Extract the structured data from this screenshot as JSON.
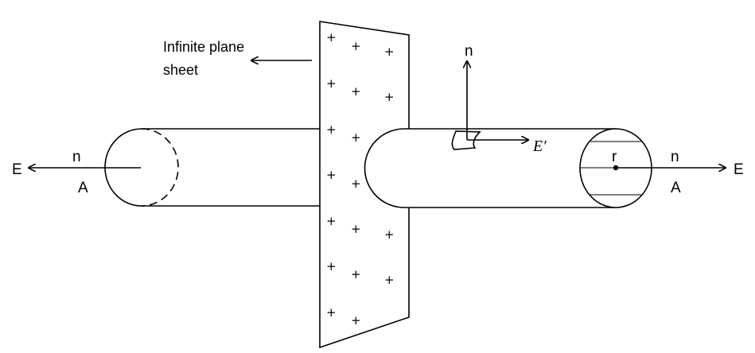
{
  "sheet_label_line1": "Infinite plane",
  "sheet_label_line2": "sheet",
  "plus_sign": "+",
  "left": {
    "field": "E",
    "normal": "n",
    "area": "A"
  },
  "right": {
    "field": "E",
    "normal": "n",
    "area": "A",
    "radius": "r"
  },
  "curved_surface": {
    "normal": "n",
    "field": "E′"
  },
  "colors": {
    "stroke": "#000000",
    "background": "#ffffff"
  }
}
